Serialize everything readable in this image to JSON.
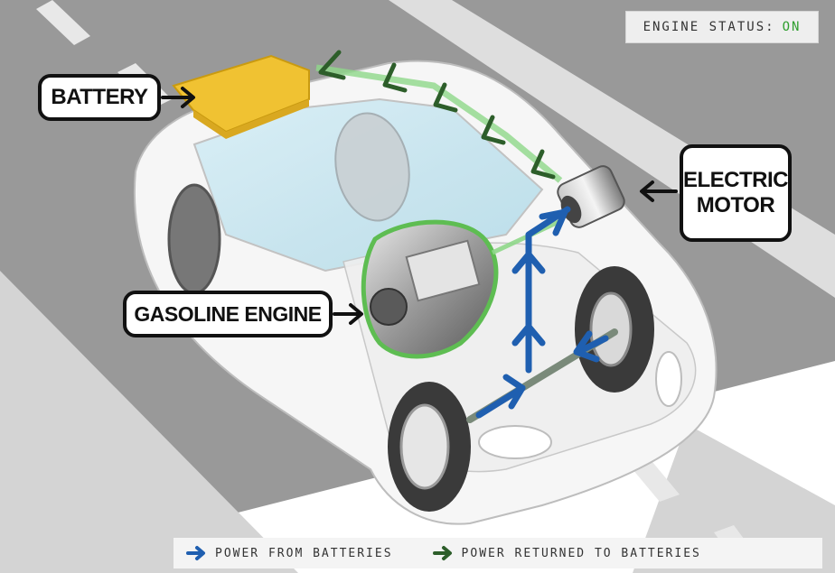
{
  "status": {
    "label": "ENGINE STATUS:",
    "value": "ON",
    "value_color": "#2e9e2e"
  },
  "labels": {
    "battery": "BATTERY",
    "gasoline_engine": "GASOLINE ENGINE",
    "electric_motor_line1": "ELECTRIC",
    "electric_motor_line2": "MOTOR"
  },
  "legend": {
    "power_from_batteries": "POWER FROM BATTERIES",
    "power_returned": "POWER RETURNED TO BATTERIES"
  },
  "colors": {
    "power_from_batteries": "#1f5fb0",
    "power_returned": "#2d5e2a",
    "battery": "#f0c232",
    "road": "#9a9a9a"
  }
}
